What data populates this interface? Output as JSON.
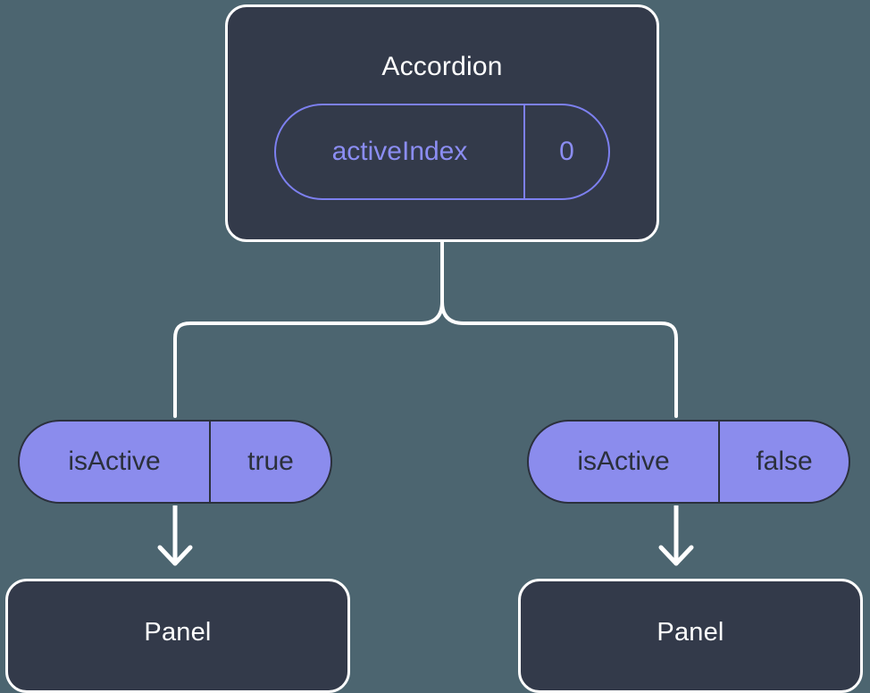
{
  "diagram": {
    "type": "component-state-tree",
    "background_color": "#4c6570",
    "root": {
      "title": "Accordion",
      "badge": {
        "key": "activeIndex",
        "value": "0",
        "style": "outlined",
        "color": "#7d80f0"
      }
    },
    "branches": [
      {
        "side": "left",
        "badge": {
          "key": "isActive",
          "value": "true",
          "style": "filled",
          "fill_color": "#8b8ced",
          "text_color": "#2b303c"
        },
        "child": {
          "title": "Panel"
        }
      },
      {
        "side": "right",
        "badge": {
          "key": "isActive",
          "value": "false",
          "style": "filled",
          "fill_color": "#8b8ced",
          "text_color": "#2b303c"
        },
        "child": {
          "title": "Panel"
        }
      }
    ],
    "connectors": {
      "line_color": "#ffffff",
      "arrow_color": "#ffffff",
      "node_fill": "#333a4a",
      "node_border": "#ffffff"
    }
  }
}
